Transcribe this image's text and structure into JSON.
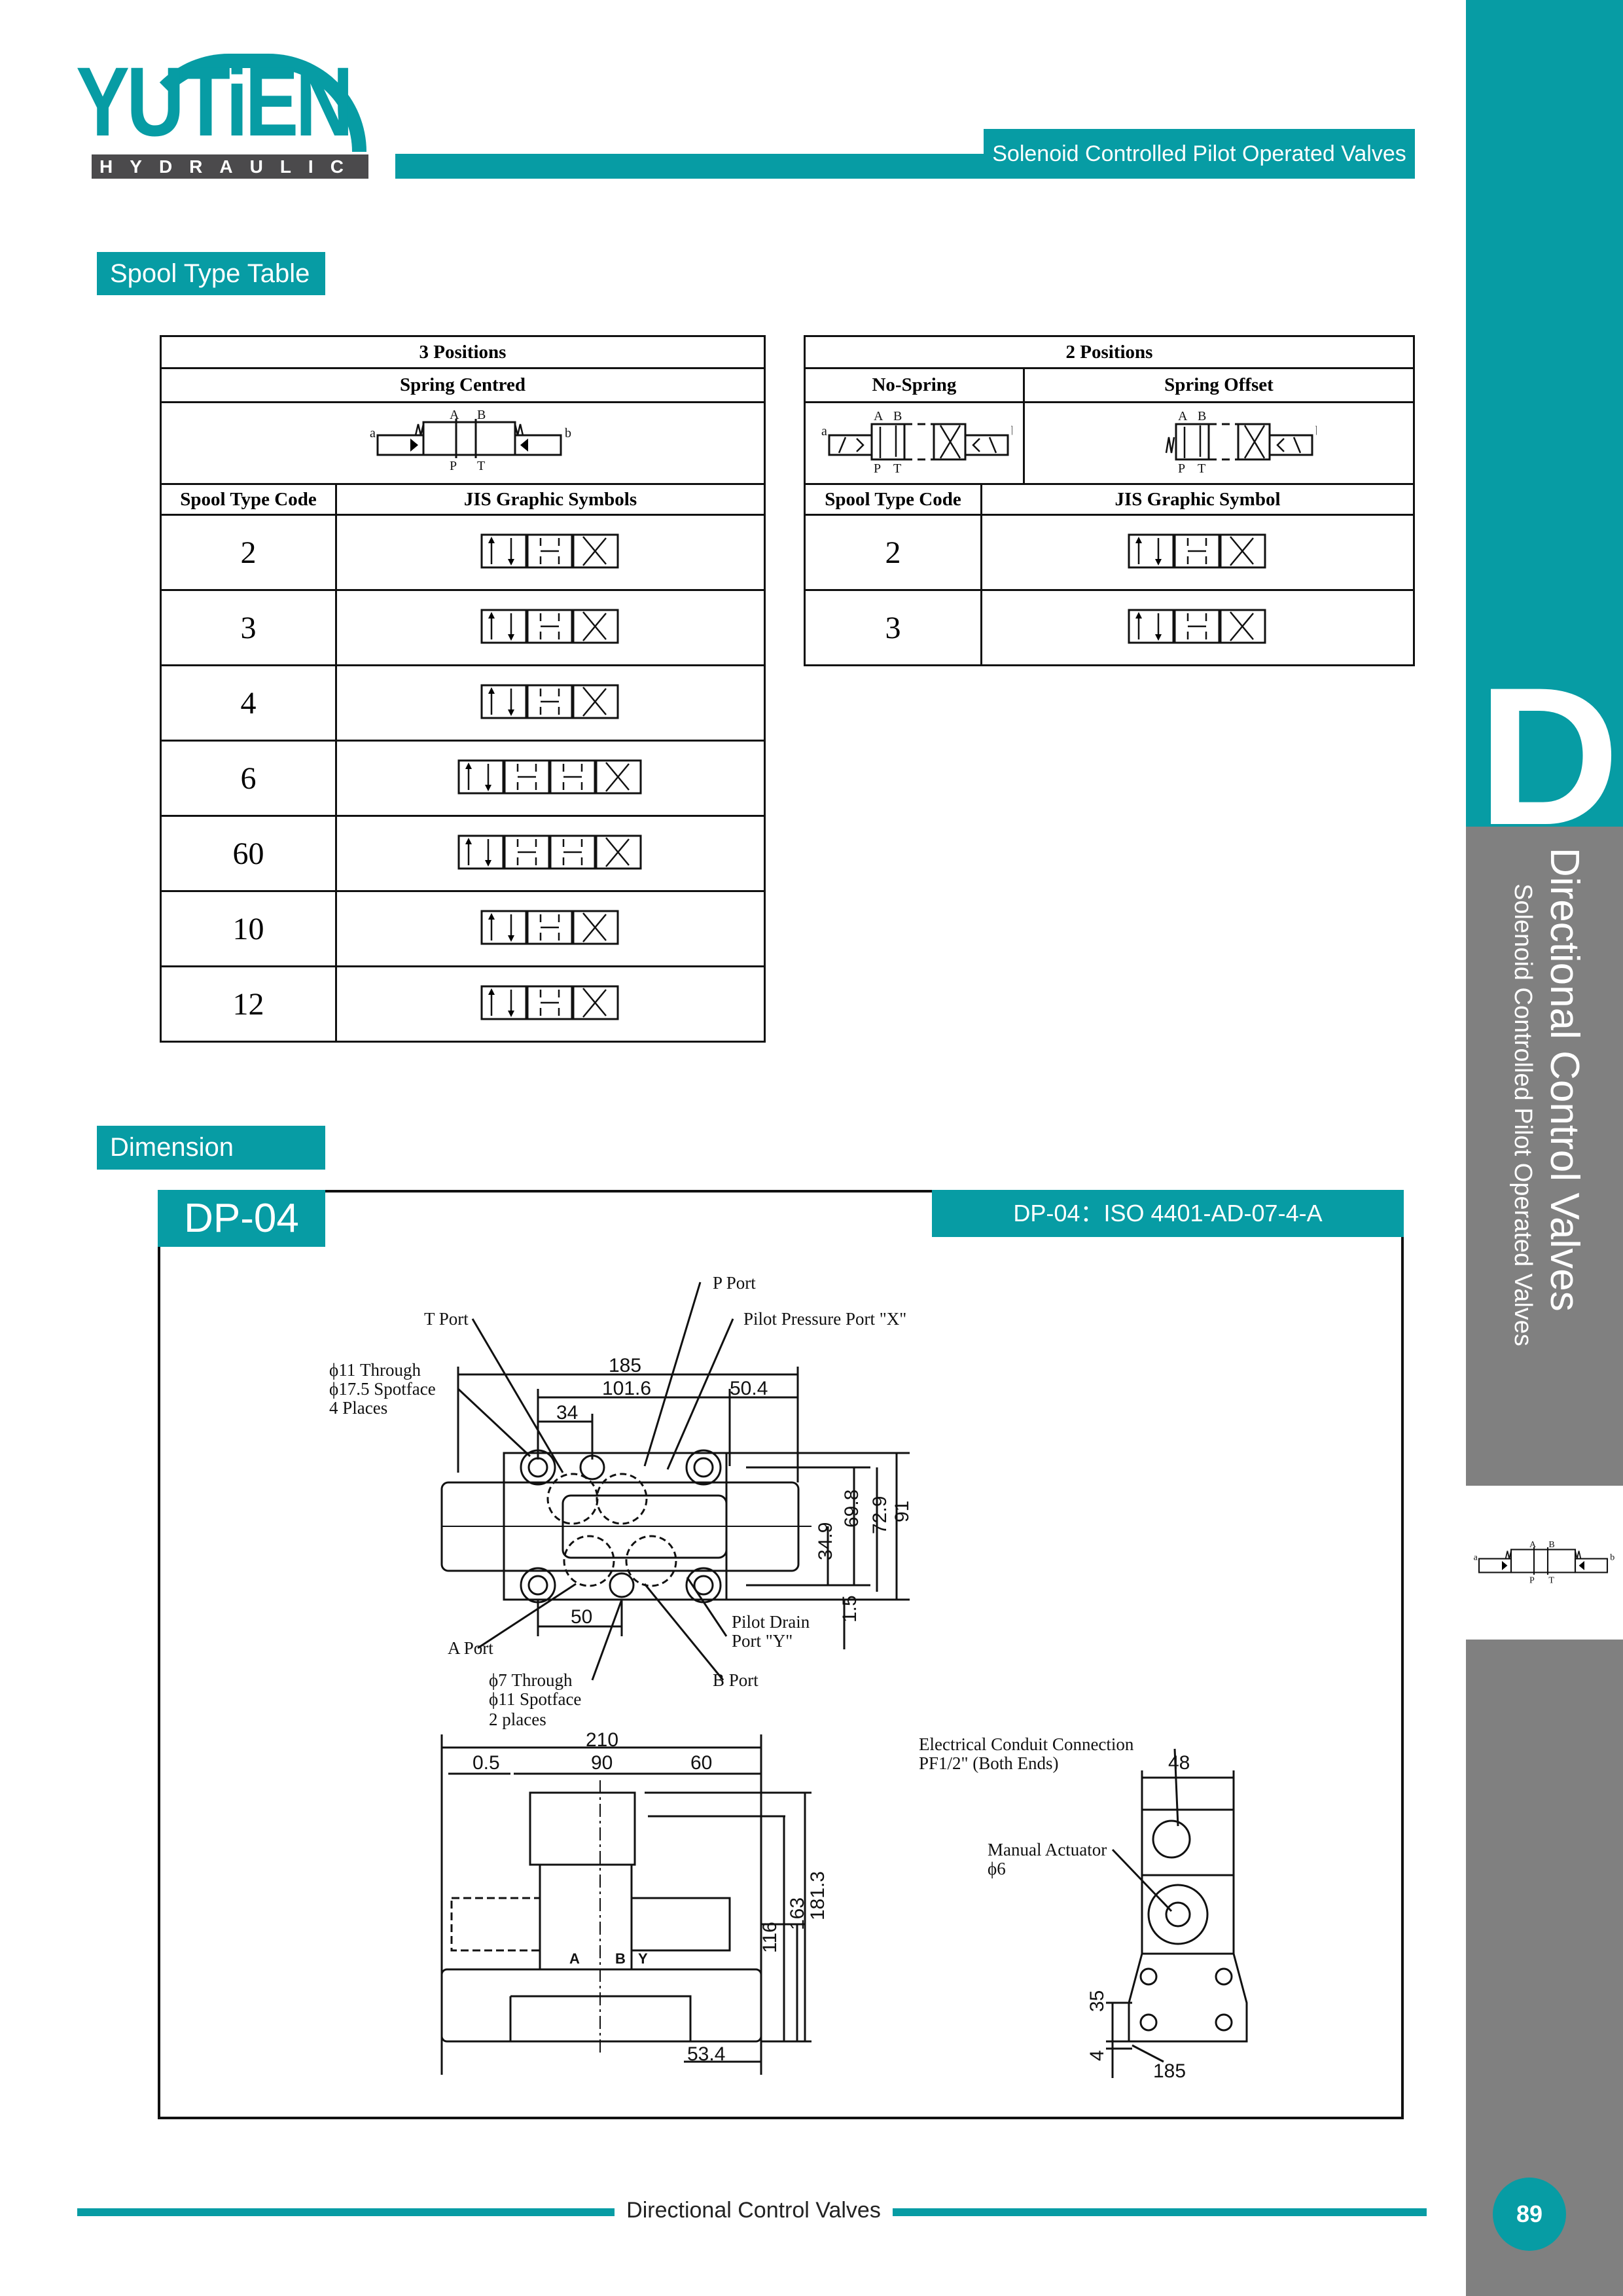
{
  "brand": {
    "name": "YUTiEN",
    "sub": "HYDRAULIC"
  },
  "header": {
    "title": "Solenoid Controlled Pilot Operated Valves"
  },
  "colors": {
    "accent": "#079ca4",
    "sidebar_gray": "#808080",
    "logo_gray": "#4b4a4c"
  },
  "spool_section": {
    "label": "Spool Type Table"
  },
  "table_3pos": {
    "title": "3 Positions",
    "subtitle": "Spring Centred",
    "symbol_labels": {
      "a": "a",
      "b": "b",
      "A": "A",
      "B": "B",
      "P": "P",
      "T": "T"
    },
    "col_code": "Spool Type Code",
    "col_symbol": "JIS Graphic Symbols",
    "rows": [
      {
        "code": "2"
      },
      {
        "code": "3"
      },
      {
        "code": "4"
      },
      {
        "code": "6"
      },
      {
        "code": "60"
      },
      {
        "code": "10"
      },
      {
        "code": "12"
      }
    ]
  },
  "table_2pos": {
    "title": "2 Positions",
    "sub_left": "No-Spring",
    "sub_right": "Spring Offset",
    "col_code": "Spool Type Code",
    "col_symbol": "JIS Graphic Symbol",
    "rows": [
      {
        "code": "2"
      },
      {
        "code": "3"
      }
    ]
  },
  "dimension_section": {
    "label": "Dimension"
  },
  "dimension_box": {
    "model": "DP-04",
    "standard": "DP-04：ISO 4401-AD-07-4-A",
    "labels": {
      "p_port": "P Port",
      "t_port": "T Port",
      "pilot_x": "Pilot Pressure Port \"X\"",
      "through_11": "ϕ11 Through",
      "spotface_17": "ϕ17.5 Spotface",
      "places_4": "4 Places",
      "a_port": "A Port",
      "b_port": "B Port",
      "pilot_drain": "Pilot Drain",
      "port_y": "Port \"Y\"",
      "through_7": "ϕ7 Through",
      "spotface_11": "ϕ11 Spotface",
      "places_2": "2 places",
      "conduit": "Electrical Conduit Connection",
      "conduit_size": "PF1/2\" (Both Ends)",
      "manual": "Manual Actuator",
      "manual_d": "ϕ6"
    },
    "dims": {
      "d185": "185",
      "d101_6": "101.6",
      "d50_4": "50.4",
      "d34": "34",
      "d34_9": "34.9",
      "d69_8": "69.8",
      "d72_9": "72.9",
      "d91": "91",
      "d1_5": "1.5",
      "d50": "50",
      "d210": "210",
      "d0_5": "0.5",
      "d90": "90",
      "d60": "60",
      "d116": "116",
      "d163": "163",
      "d181_3": "181.3",
      "d53_4": "53.4",
      "d48": "48",
      "d35": "35",
      "d4": "4",
      "d185b": "185",
      "port_a": "A",
      "port_b": "B",
      "port_y": "Y"
    }
  },
  "sidebar": {
    "letter": "D",
    "title": "Directional Control Valves",
    "subtitle": "Solenoid Controlled Pilot Operated Valves",
    "symbol_labels": {
      "a": "a",
      "b": "b",
      "A": "A",
      "B": "B",
      "P": "P",
      "T": "T"
    }
  },
  "footer": {
    "text": "Directional Control Valves",
    "page": "89"
  }
}
